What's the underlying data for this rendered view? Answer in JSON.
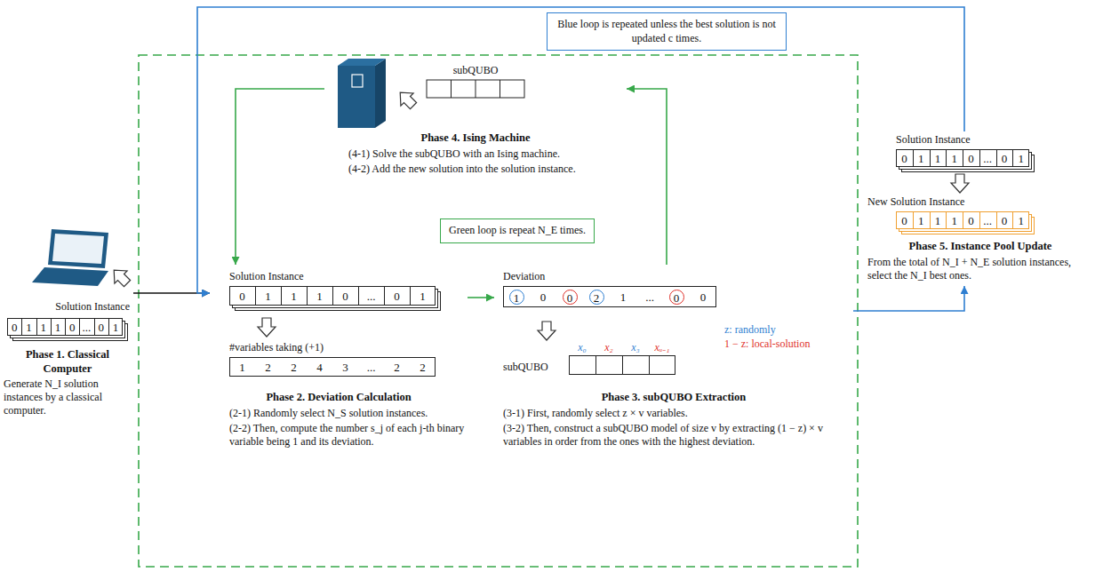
{
  "diagram": {
    "nodes": [
      {
        "text": [
          "Blue loop is repeated unless the best solution is not updated c times."
        ]
      },
      {
        "text": [
          "Solution Instance",
          "Phase 1. Classical Computer",
          "Generate N_I solution instances by a classical computer."
        ]
      },
      {
        "text": [
          "0",
          "1",
          "1",
          "1",
          "0",
          "...",
          "0",
          "1"
        ],
        "in": 1
      },
      {
        "text": [
          "subQUBO",
          "Phase 4. Ising Machine",
          "(4-1) Solve the subQUBO with an Ising machine.",
          "(4-2) Add the new solution into the solution instance."
        ]
      },
      {
        "text": [
          "Green loop is repeat N_E times."
        ]
      },
      {
        "text": [
          "Solution Instance",
          "#variables taking (+1)",
          "Phase 2. Deviation Calculation",
          "(2-1) Randomly select N_S solution instances.",
          "(2-2) Then, compute the number s_j of each j-th binary variable being 1 and its deviation."
        ]
      },
      {
        "text": [
          "0",
          "1",
          "1",
          "1",
          "0",
          "...",
          "0",
          "1"
        ],
        "in": 5
      },
      {
        "text": [
          "1",
          "2",
          "2",
          "4",
          "3",
          "...",
          "2",
          "2"
        ],
        "in": 5
      },
      {
        "text": [
          "Deviation",
          "subQUBO",
          "z: randomly",
          "1 − z: local-solution",
          "Phase 3. subQUBO Extraction",
          "(3-1) First, randomly select z × v variables.",
          "(3-2) Then, construct a subQUBO model of size v by extracting (1 − z) × v variables in order from the ones with the highest deviation."
        ]
      },
      {
        "text": [
          "1",
          "0",
          "0",
          "2",
          "1",
          "...",
          "0",
          "0"
        ],
        "in": 8
      },
      {
        "text": [
          "x₀",
          "x₂",
          "x₃",
          "xᵤ₋₁"
        ],
        "in": 8
      },
      {
        "text": [
          "Solution Instance",
          "New Solution Instance",
          "Phase 5. Instance Pool Update",
          "From the total of N_I + N_E solution instances, select the N_I best ones."
        ]
      },
      {
        "text": [
          "0",
          "1",
          "1",
          "1",
          "0",
          "...",
          "0",
          "1"
        ],
        "in": 11
      },
      {
        "text": [
          "0",
          "1",
          "1",
          "1",
          "0",
          "...",
          "0",
          "1"
        ],
        "in": 11
      }
    ],
    "edges": [
      {
        "from": 1,
        "to": 5,
        "arrow": "to"
      },
      {
        "from": 5,
        "to": 8,
        "arrow": "to"
      },
      {
        "from": 8,
        "to": 3,
        "arrow": "to"
      },
      {
        "from": 3,
        "to": 5,
        "arrow": "to"
      },
      {
        "from": 8,
        "to": 11,
        "arrow": "to"
      },
      {
        "from": 11,
        "to": 5,
        "arrow": "to"
      }
    ]
  }
}
